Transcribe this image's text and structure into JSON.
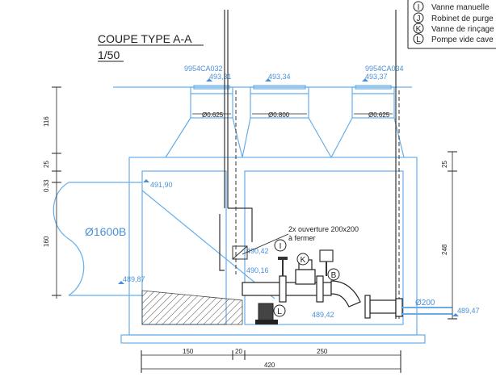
{
  "title": "COUPE TYPE A-A",
  "scale": "1/50",
  "legend": [
    {
      "key": "I",
      "label": "Vanne manuelle"
    },
    {
      "key": "J",
      "label": "Robinet de purge"
    },
    {
      "key": "K",
      "label": "Vanne de rinçage"
    },
    {
      "key": "L",
      "label": "Pompe vide cave"
    }
  ],
  "manhole_codes": [
    "9954CA032",
    "9954CA034"
  ],
  "levels": {
    "top_left": "493,31",
    "top_mid": "493,34",
    "top_right": "493,37",
    "ceiling": "491,90",
    "mid": "490,42",
    "pipe": "490,16",
    "floor_left": "489,87",
    "floor_right": "489,42",
    "outlet": "489,47"
  },
  "hatch_diameters": [
    "Ø0.625",
    "Ø0.800",
    "Ø0.625"
  ],
  "big_pipe_label": "Ø1600B",
  "outlet_pipe_label": "Ø200",
  "note_line1": "2x ouverture 200x200",
  "note_line2": "à fermer",
  "markers": [
    "I",
    "K",
    "B",
    "L"
  ],
  "dims_left": [
    "116",
    "25",
    "0.33",
    "160"
  ],
  "dims_right": [
    "25",
    "248"
  ],
  "dims_bottom": [
    "150",
    "20",
    "250",
    "420"
  ]
}
